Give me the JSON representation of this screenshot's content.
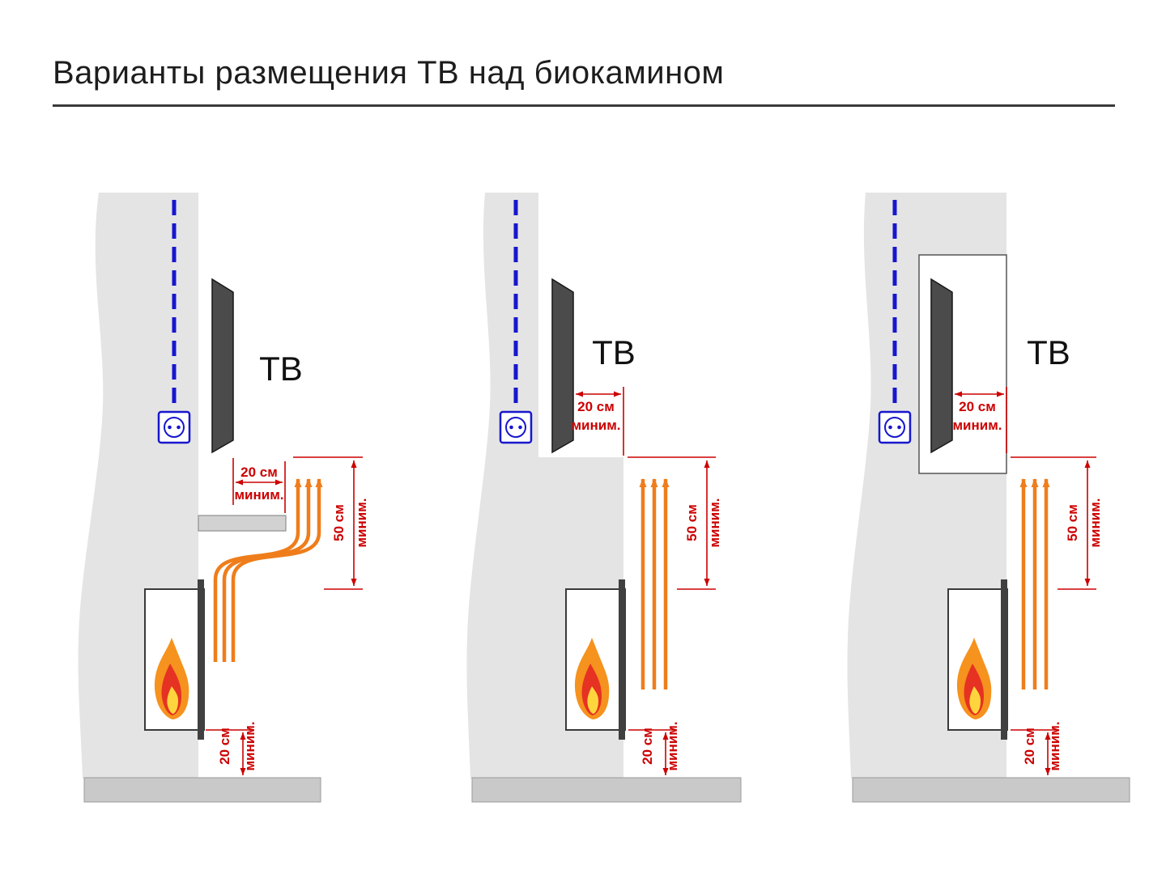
{
  "title": "Варианты размещения ТВ над биокамином",
  "colors": {
    "dimension_red": "#cc0000",
    "heat_arrow_orange": "#ef7d1b",
    "cable_blue": "#1717ce",
    "wall_gray": "#e4e4e4",
    "tv_dark": "#4b4b4b",
    "flame_orange": "#f6921e",
    "flame_red": "#e63222",
    "flame_yellow": "#ffd53e",
    "floor_gray": "#c9c9c9"
  },
  "panels": [
    {
      "variant": "shelf-deflector",
      "tv_label": "ТВ",
      "tv_gap": {
        "value": "20 см",
        "qualifier": "миним."
      },
      "height_gap": {
        "value": "50 см",
        "qualifier": "миним."
      },
      "floor_gap": {
        "value": "20 см",
        "qualifier": "миним."
      }
    },
    {
      "variant": "stepped-wall",
      "tv_label": "ТВ",
      "tv_gap": {
        "value": "20 см",
        "qualifier": "миним."
      },
      "height_gap": {
        "value": "50 см",
        "qualifier": "миним."
      },
      "floor_gap": {
        "value": "20 см",
        "qualifier": "миним."
      }
    },
    {
      "variant": "recessed-niche",
      "tv_label": "ТВ",
      "tv_gap": {
        "value": "20 см",
        "qualifier": "миним."
      },
      "height_gap": {
        "value": "50 см",
        "qualifier": "миним."
      },
      "floor_gap": {
        "value": "20 см",
        "qualifier": "миним."
      }
    }
  ]
}
